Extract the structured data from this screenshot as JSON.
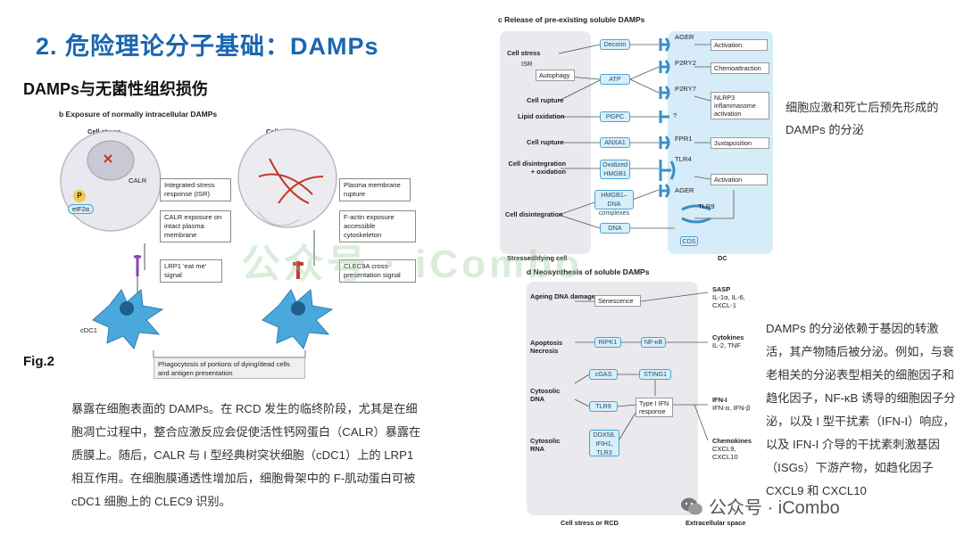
{
  "header": {
    "title": "2. 危险理论分子基础：DAMPs",
    "subtitle": "DAMPs与无菌性组织损伤",
    "fig_label": "Fig.2"
  },
  "panel_b": {
    "heading": "b  Exposure of normally intracellular DAMPs",
    "stress_label": "Cell stress",
    "death_label": "Cell death",
    "p_label": "P",
    "eif2a": "eIF2α",
    "calr": "CALR",
    "cdc1": "cDC1",
    "steps_left": [
      "Integrated stress response (ISR)",
      "CALR exposure on intact plasma membrane",
      "LRP1 'eat me' signal"
    ],
    "steps_right": [
      "Plasma membrane rupture",
      "F-actin exposure accessible cytoskeleton",
      "CLEC9A cross-presentation signal"
    ],
    "bottom": "Phagocytosis of portions of dying/dead cells and antigen presentation"
  },
  "paragraph_left": "暴露在细胞表面的 DAMPs。在 RCD 发生的临终阶段，尤其是在细胞凋亡过程中，整合应激反应会促使活性钙网蛋白（CALR）暴露在质膜上。随后，CALR 与 I 型经典树突状细胞（cDC1）上的 LRP1 相互作用。在细胞膜通透性增加后，细胞骨架中的 F-肌动蛋白可被 cDC1 细胞上的 CLEC9 识别。",
  "panel_c": {
    "heading": "c  Release of pre-existing soluble DAMPs",
    "left_labels": [
      "Cell stress",
      "ISR",
      "Cell rupture",
      "Lipid oxidation",
      "Cell rupture",
      "Cell disintegration + oxidation",
      "Cell disintegration"
    ],
    "autophagy": "Autophagy",
    "damps": [
      "Decorin",
      "ATP",
      "PGPC",
      "ANXA1",
      "Oxidized HMGB1",
      "HMGB1–DNA complexes",
      "DNA"
    ],
    "receptors": [
      "AGER",
      "P2RY2",
      "P2RY7",
      "?",
      "FPR1",
      "TLR4",
      "AGER",
      "TLR9",
      "CDS"
    ],
    "outcomes": [
      "Activation",
      "Chemoattraction",
      "NLRP3 inflammasome activation",
      "Juxtaposition",
      "Activation"
    ],
    "footer_left": "Stressed/dying cell",
    "footer_right": "DC"
  },
  "note_c": "细胞应激和死亡后预先形成的 DAMPs 的分泌",
  "panel_d": {
    "heading": "d  Neosynthesis of soluble DAMPs",
    "left_labels": [
      "Ageing DNA damage",
      "Apoptosis Necrosis",
      "Cytosolic DNA",
      "Cytosolic RNA"
    ],
    "nodes": [
      "Senescence",
      "RIPK1",
      "NF-κB",
      "cGAS",
      "STING1",
      "TLR9",
      "Type I IFN response",
      "DDX58, IFIH1, TLR3"
    ],
    "outputs": [
      {
        "title": "SASP",
        "items": "IL-1α, IL-6, CXCL-1"
      },
      {
        "title": "Cytokines",
        "items": "IL-2, TNF"
      },
      {
        "title": "IFN-I",
        "items": "IFN-α, IFN-β"
      },
      {
        "title": "Chemokines",
        "items": "CXCL9, CXCL10"
      }
    ],
    "footer_left": "Cell stress or RCD",
    "footer_right": "Extracellular space"
  },
  "paragraph_right": "DAMPs 的分泌依赖于基因的转激活，其产物随后被分泌。例如，与衰老相关的分泌表型相关的细胞因子和趋化因子，NF-κB 诱导的细胞因子分泌，以及 I 型干扰素（IFN-I）响应，以及 IFN-I 介导的干扰素刺激基因（ISGs）下游产物，如趋化因子 CXCL9 和 CXCL10",
  "watermark": {
    "center": "公众号 · iCombo",
    "corner": "公众号 · iCombo"
  },
  "colors": {
    "title_blue": "#1a66b0",
    "receptor_blue": "#3a8fc6",
    "cell_fill": "#e9e9ee",
    "dc_fill": "#d6ecf8"
  }
}
